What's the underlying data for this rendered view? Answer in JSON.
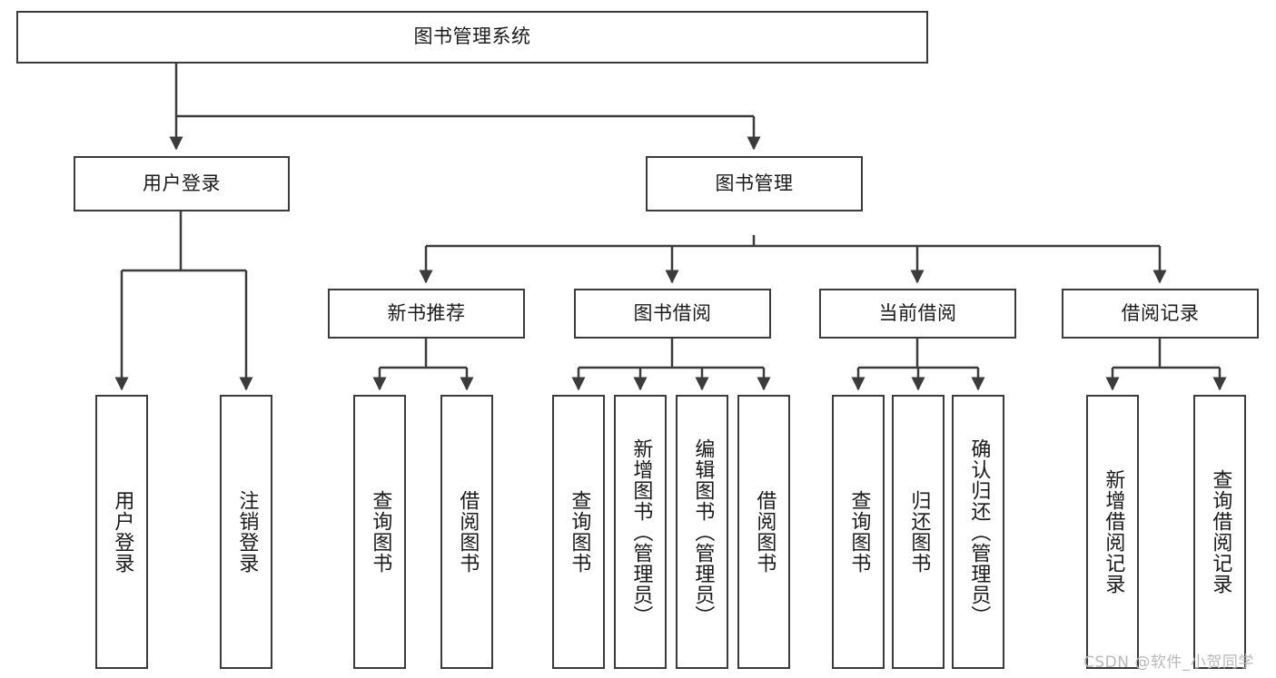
{
  "diagram": {
    "title": "图书管理系统",
    "type": "tree-hierarchy-diagram",
    "root": {
      "label": "图书管理系统"
    },
    "level2": [
      {
        "label": "用户登录"
      },
      {
        "label": "图书管理"
      }
    ],
    "level3": [
      {
        "label": "新书推荐"
      },
      {
        "label": "图书借阅"
      },
      {
        "label": "当前借阅"
      },
      {
        "label": "借阅记录"
      }
    ],
    "leaves": {
      "user_login": [
        {
          "label": "用户登录"
        },
        {
          "label": "注销登录"
        }
      ],
      "new_book_recommend": [
        {
          "label": "查询图书"
        },
        {
          "label": "借阅图书"
        }
      ],
      "book_borrow": [
        {
          "label": "查询图书"
        },
        {
          "label": "新增图书（管理员）"
        },
        {
          "label": "编辑图书（管理员）"
        },
        {
          "label": "借阅图书"
        }
      ],
      "current_borrow": [
        {
          "label": "查询图书"
        },
        {
          "label": "归还图书"
        },
        {
          "label": "确认归还（管理员）"
        }
      ],
      "borrow_record": [
        {
          "label": "新增借阅记录"
        },
        {
          "label": "查询借阅记录"
        }
      ]
    }
  },
  "watermark": {
    "text": "CSDN @软件_小贺同学"
  },
  "colors": {
    "stroke": "#3b3b3b",
    "text": "#1a1a1a",
    "background": "#ffffff",
    "watermark": "#b9b9b9"
  }
}
